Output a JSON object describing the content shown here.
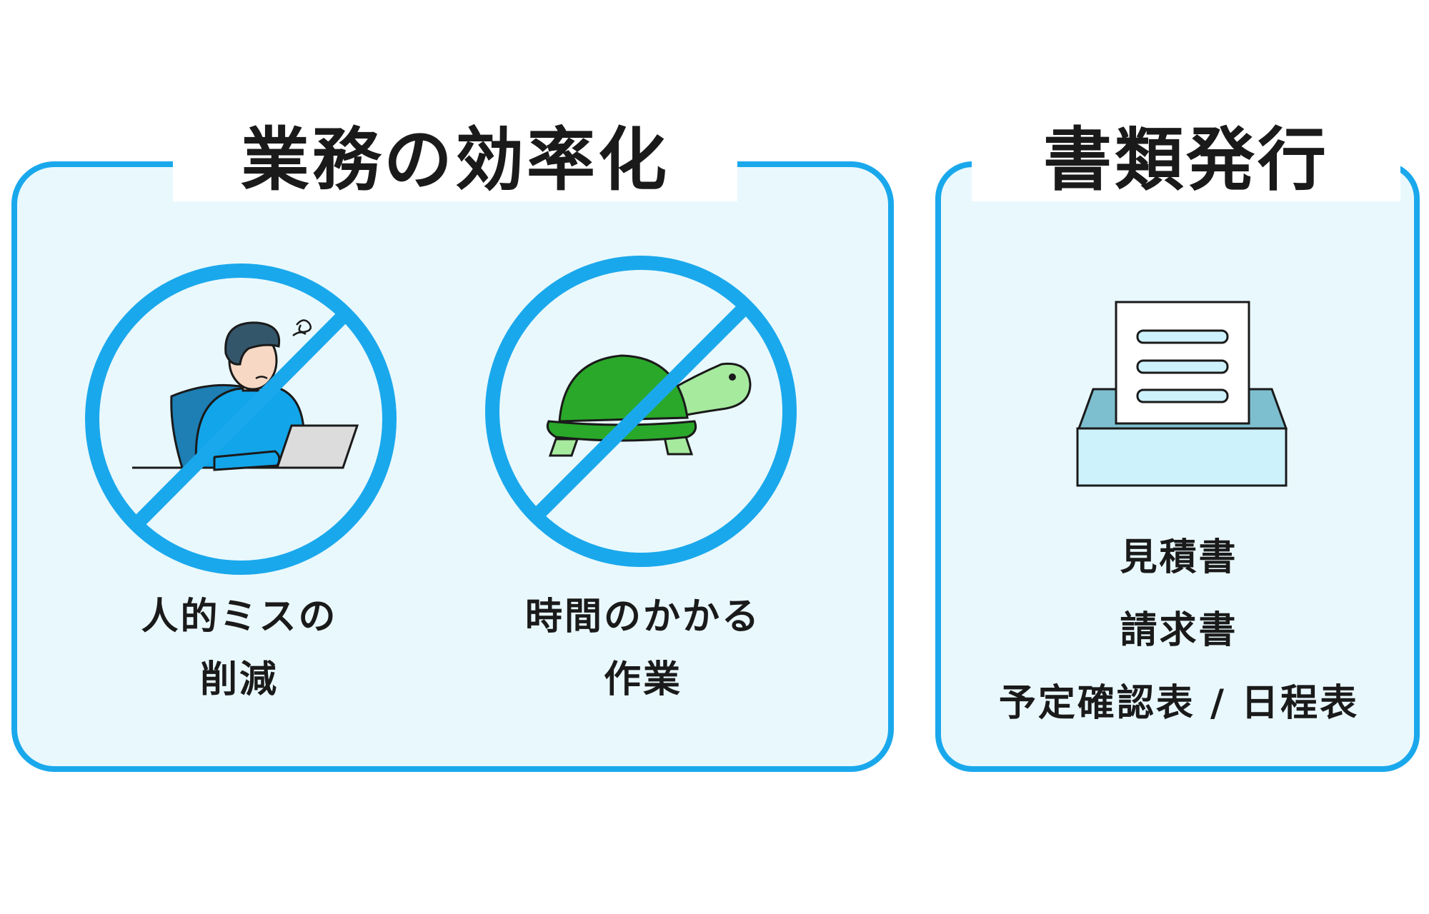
{
  "sections": {
    "efficiency": {
      "title": "業務の効率化",
      "items": [
        {
          "line1": "人的ミスの",
          "line2": "削減",
          "icon": "person-at-laptop-prohibited"
        },
        {
          "line1": "時間のかかる",
          "line2": "作業",
          "icon": "turtle-prohibited"
        }
      ]
    },
    "documents": {
      "title": "書類発行",
      "icon": "document-tray-icon",
      "items": [
        "見積書",
        "請求書",
        "予定確認表 / 日程表"
      ]
    }
  },
  "colors": {
    "accent": "#1aa8ec",
    "panel_fill": "#e9f8fd",
    "shirt": "#13a5ea",
    "turtle_shell": "#2aa82a",
    "turtle_skin": "#a6ea9e",
    "tray": "#cdf2fb"
  }
}
